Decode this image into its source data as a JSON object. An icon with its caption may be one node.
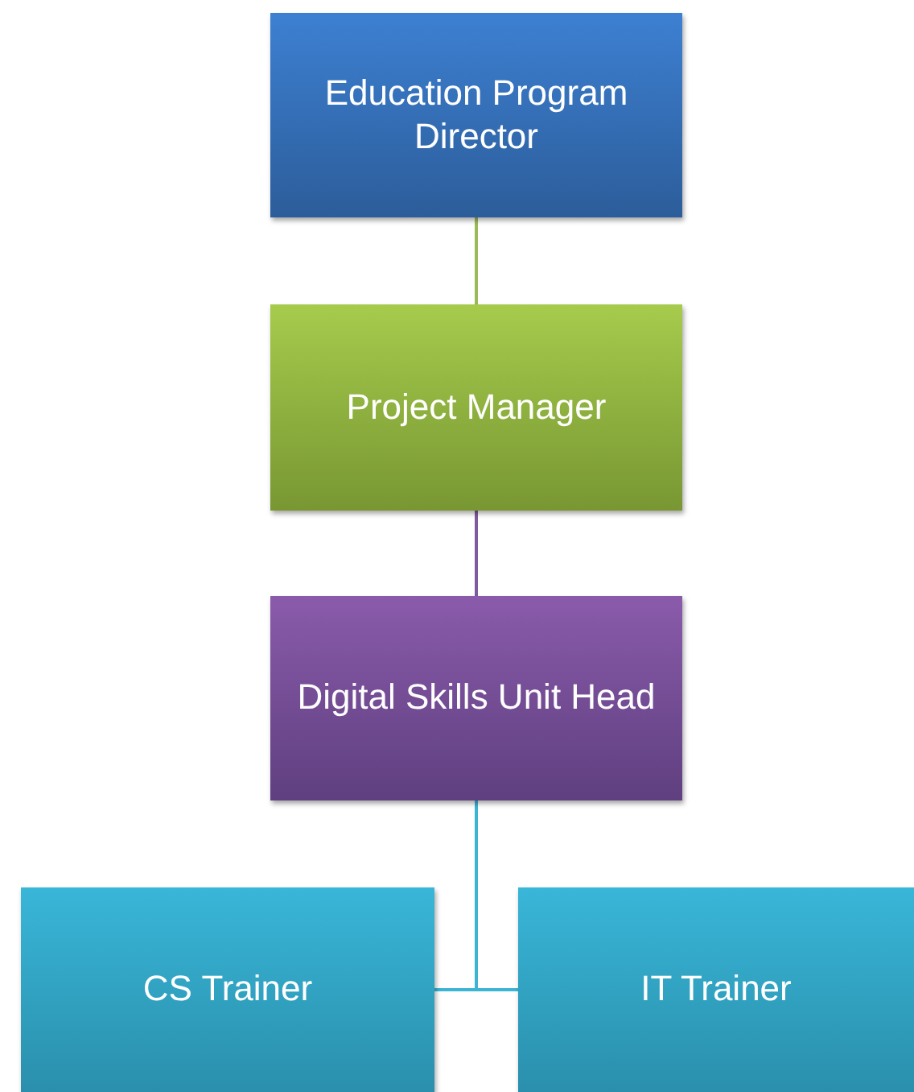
{
  "diagram": {
    "nodes": [
      {
        "text": [
          "Education Program Director"
        ]
      },
      {
        "text": [
          "Project Manager"
        ]
      },
      {
        "text": [
          "Digital Skills Unit Head"
        ]
      },
      {
        "text": [
          "CS Trainer"
        ]
      },
      {
        "text": [
          "IT Trainer"
        ]
      }
    ],
    "edges": [
      {
        "from": 0,
        "to": 1,
        "arrow": "none",
        "color": "#9bbb59"
      },
      {
        "from": 1,
        "to": 2,
        "arrow": "none",
        "color": "#7f5a9e"
      },
      {
        "from": 2,
        "to": 3,
        "arrow": "none"
      },
      {
        "from": 2,
        "to": 4,
        "arrow": "none"
      }
    ]
  }
}
